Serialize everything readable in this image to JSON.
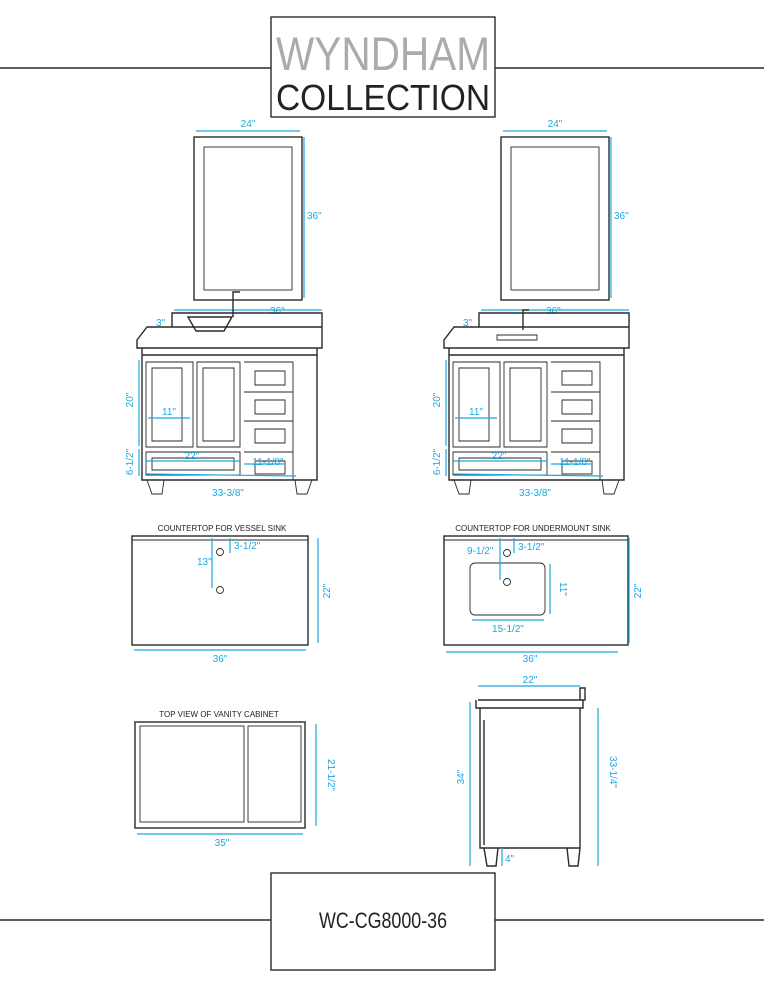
{
  "brand": {
    "line1": "WYNDHAM",
    "line2": "COLLECTION"
  },
  "model": "WC-CG8000-36",
  "colors": {
    "dimension": "#1ba8e0",
    "line": "#2a2a2a",
    "logo_light": "#a9aca9"
  },
  "front_vessel": {
    "mirror_width": "24\"",
    "mirror_height": "36\"",
    "top_width": "36\"",
    "backsplash": "3\"",
    "door_height": "20\"",
    "door_width": "11\"",
    "drawer_height": "6-1/2\"",
    "drawer_width": "22\"",
    "small_drawer_width": "11-1/8\"",
    "cabinet_width": "33-3/8\""
  },
  "front_undermount": {
    "mirror_width": "24\"",
    "mirror_height": "36\"",
    "top_width": "36\"",
    "backsplash": "3\"",
    "door_height": "20\"",
    "door_width": "11\"",
    "drawer_height": "6-1/2\"",
    "drawer_width": "22\"",
    "small_drawer_width": "11-1/8\"",
    "cabinet_width": "33-3/8\""
  },
  "countertop_vessel": {
    "title": "COUNTERTOP FOR VESSEL SINK",
    "faucet_offset": "3-1/2\"",
    "drain_offset": "13\"",
    "depth": "22\"",
    "width": "36\""
  },
  "countertop_undermount": {
    "title": "COUNTERTOP FOR UNDERMOUNT SINK",
    "faucet_offset": "3-1/2\"",
    "drain_offset": "9-1/2\"",
    "sink_depth": "11\"",
    "sink_width": "15-1/2\"",
    "depth": "22\"",
    "width": "36\""
  },
  "top_view": {
    "title": "TOP VIEW OF VANITY CABINET",
    "depth": "21-1/2\"",
    "width": "35\""
  },
  "side_view": {
    "depth": "22\"",
    "total_height": "34\"",
    "cabinet_height": "33-1/4\"",
    "leg_height": "4\""
  }
}
